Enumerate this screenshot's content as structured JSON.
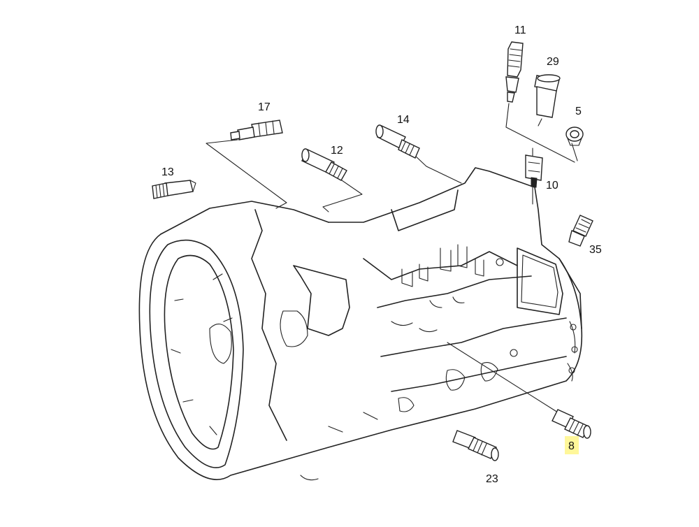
{
  "labels": {
    "p11": "11",
    "p29": "29",
    "p5": "5",
    "p17": "17",
    "p14": "14",
    "p12": "12",
    "p13": "13",
    "p10": "10",
    "p35": "35",
    "p8": "8",
    "p23": "23"
  },
  "highlight": {
    "part": "8",
    "color": "#fff79a"
  }
}
